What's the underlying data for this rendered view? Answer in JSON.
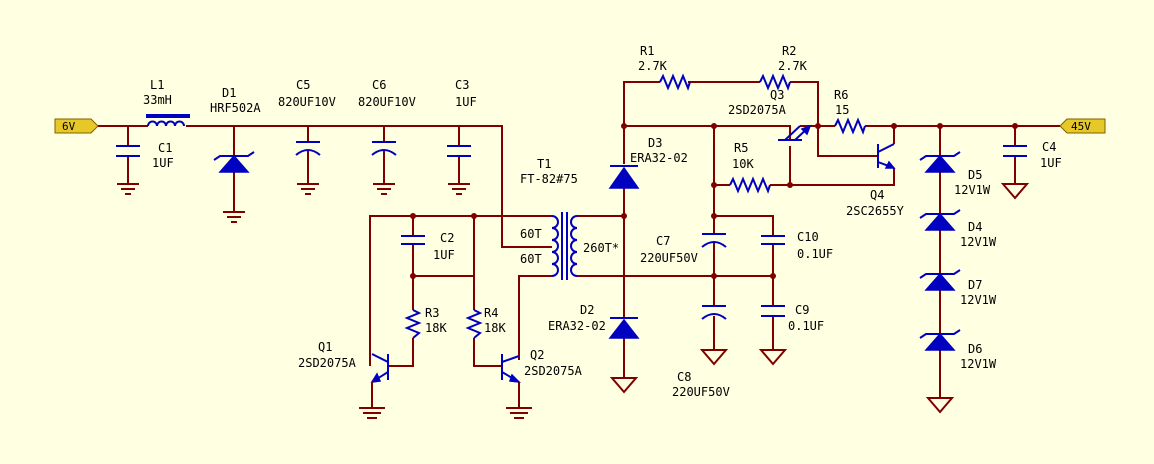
{
  "ports": {
    "input": "6V",
    "output": "45V"
  },
  "parts": {
    "L1": {
      "ref": "L1",
      "value": "33mH"
    },
    "D1": {
      "ref": "D1",
      "value": "HRF502A"
    },
    "C1": {
      "ref": "C1",
      "value": "1UF"
    },
    "C5": {
      "ref": "C5",
      "value": "820UF10V"
    },
    "C6": {
      "ref": "C6",
      "value": "820UF10V"
    },
    "C3": {
      "ref": "C3",
      "value": "1UF"
    },
    "T1": {
      "ref": "T1",
      "value": "FT-82#75",
      "w1": "60T",
      "w2": "60T",
      "w3": "260T*"
    },
    "C2": {
      "ref": "C2",
      "value": "1UF"
    },
    "R3": {
      "ref": "R3",
      "value": "18K"
    },
    "R4": {
      "ref": "R4",
      "value": "18K"
    },
    "Q1": {
      "ref": "Q1",
      "value": "2SD2075A"
    },
    "Q2": {
      "ref": "Q2",
      "value": "2SD2075A"
    },
    "R1": {
      "ref": "R1",
      "value": "2.7K"
    },
    "R2": {
      "ref": "R2",
      "value": "2.7K"
    },
    "Q3": {
      "ref": "Q3",
      "value": "2SD2075A"
    },
    "R6": {
      "ref": "R6",
      "value": "15"
    },
    "D3": {
      "ref": "D3",
      "value": "ERA32-02"
    },
    "R5": {
      "ref": "R5",
      "value": "10K"
    },
    "Q4": {
      "ref": "Q4",
      "value": "2SC2655Y"
    },
    "C7": {
      "ref": "C7",
      "value": "220UF50V"
    },
    "C10": {
      "ref": "C10",
      "value": "0.1UF"
    },
    "D2": {
      "ref": "D2",
      "value": "ERA32-02"
    },
    "C9": {
      "ref": "C9",
      "value": "0.1UF"
    },
    "C8": {
      "ref": "C8",
      "value": "220UF50V"
    },
    "C4": {
      "ref": "C4",
      "value": "1UF"
    },
    "D5": {
      "ref": "D5",
      "value": "12V1W"
    },
    "D4": {
      "ref": "D4",
      "value": "12V1W"
    },
    "D7": {
      "ref": "D7",
      "value": "12V1W"
    },
    "D6": {
      "ref": "D6",
      "value": "12V1W"
    }
  },
  "colors": {
    "background": "#FFFFE1",
    "wire": "#800000",
    "component": "#0000C0",
    "port": "#E6C828"
  }
}
